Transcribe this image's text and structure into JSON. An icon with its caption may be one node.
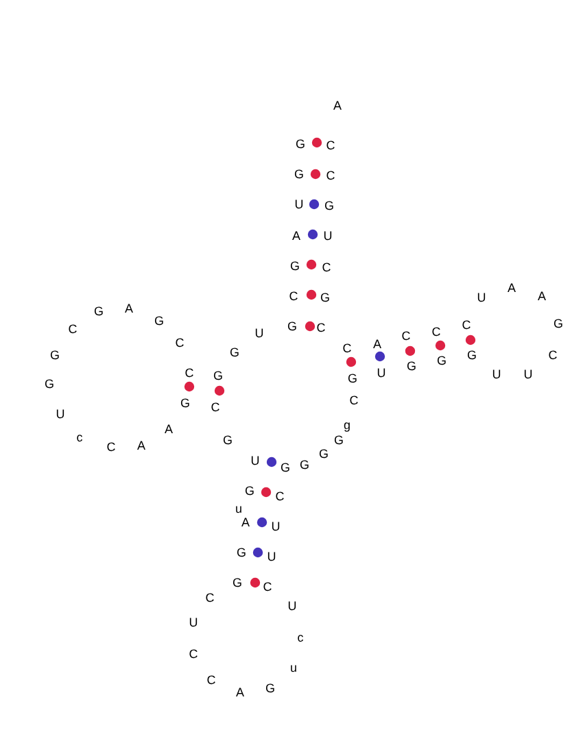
{
  "diagram": {
    "labels": [
      "A",
      "G",
      "C",
      "G",
      "C",
      "U",
      "G",
      "A",
      "U",
      "G",
      "C",
      "A",
      "C",
      "G",
      "U",
      "A",
      "A",
      "G",
      "G",
      "G",
      "G",
      "C",
      "C",
      "U",
      "C",
      "C",
      "C",
      "C",
      "A",
      "C",
      "G",
      "G",
      "G",
      "C",
      "G",
      "G",
      "C",
      "U",
      "U",
      "U",
      "G",
      "G",
      "G",
      "C",
      "G",
      "C",
      "U",
      "g",
      "A",
      "c",
      "G",
      "G",
      "A",
      "C",
      "G",
      "U",
      "G",
      "G",
      "G",
      "C",
      "u",
      "A",
      "U",
      "G",
      "U",
      "G",
      "C",
      "C",
      "U",
      "U",
      "c",
      "C",
      "u",
      "C",
      "G",
      "A"
    ]
  }
}
